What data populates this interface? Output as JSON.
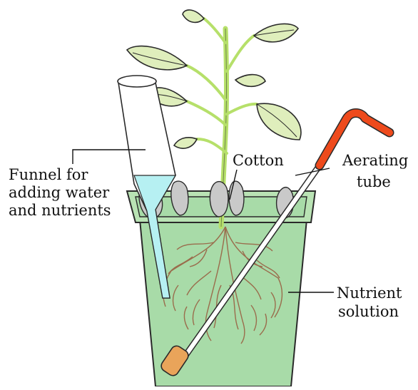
{
  "labels": {
    "funnel": [
      "Funnel for",
      "adding water",
      "and nutrients"
    ],
    "cotton": "Cotton",
    "aerating": [
      "Aerating",
      "tube"
    ],
    "nutrient": [
      "Nutrient",
      "solution"
    ]
  },
  "colors": {
    "pot_fill": "#a8dba8",
    "pot_rim": "#b9e3b4",
    "pot_stroke": "#2a2a2a",
    "leaf_fill": "#dfeebc",
    "stem": "#b6e06a",
    "funnel_water": "#b6f0f2",
    "funnel_glass": "#ffffff",
    "tube_red": "#ee4a1c",
    "tube_white": "#ffffff",
    "aerator_stone": "#e9a45a",
    "root": "#9a6c4c",
    "cotton": "#c9c9c9"
  }
}
